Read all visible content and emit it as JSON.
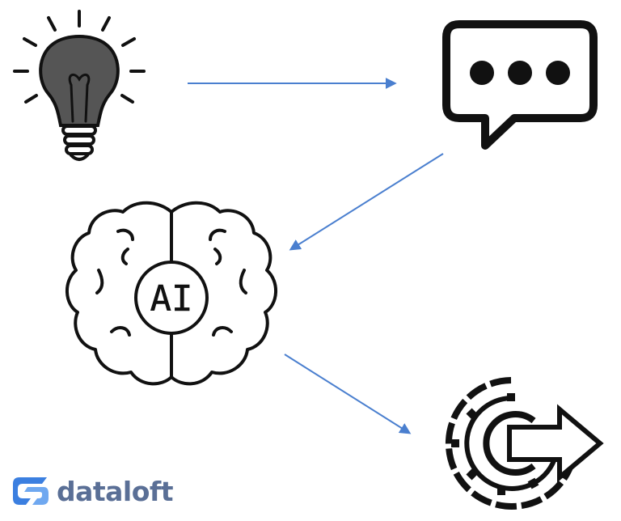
{
  "diagram": {
    "nodes": [
      {
        "id": "idea",
        "icon": "lightbulb-icon"
      },
      {
        "id": "chat",
        "icon": "speech-bubble-icon"
      },
      {
        "id": "ai",
        "icon": "brain-ai-icon",
        "label": "AI"
      },
      {
        "id": "output",
        "icon": "gear-export-icon"
      }
    ],
    "edges": [
      {
        "from": "idea",
        "to": "chat"
      },
      {
        "from": "chat",
        "to": "ai"
      },
      {
        "from": "ai",
        "to": "output"
      }
    ],
    "arrow_color": "#4a7fcf"
  },
  "brand": {
    "name": "dataloft",
    "color": "#5a6f96",
    "accent": "#3b7fe0",
    "icon": "dataloft-logo-icon"
  }
}
